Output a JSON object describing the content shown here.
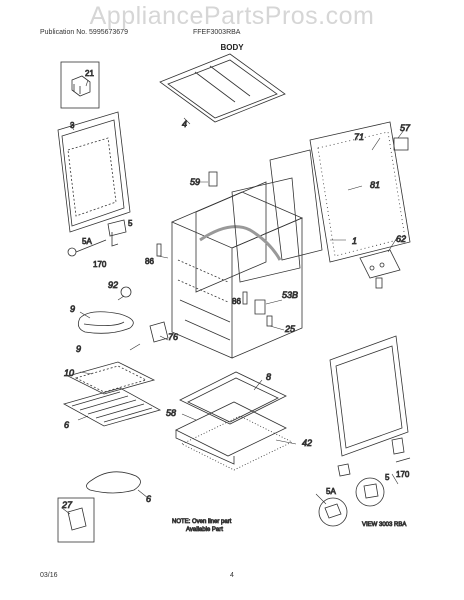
{
  "watermark": "AppliancePartsPros.com",
  "header": {
    "publication": "Publication No. 5995673679",
    "model": "FFEF3003RBA",
    "section_title": "BODY"
  },
  "footer": {
    "date": "03/16",
    "page": "4"
  },
  "callouts": {
    "c21": "21",
    "c3": "3",
    "c4": "4",
    "c5a": "5",
    "c5aa": "5A",
    "c170a": "170",
    "c59": "59",
    "c86a": "86",
    "c71": "71",
    "c57": "57",
    "c81": "81",
    "c1": "1",
    "c62": "62",
    "c92": "92",
    "c9a": "9",
    "c9b": "9",
    "c86b": "86",
    "c53b": "53B",
    "c76": "76",
    "c25": "25",
    "c10": "10",
    "c6a": "6",
    "c8": "8",
    "c58": "58",
    "c42": "42",
    "c6b": "6",
    "c27": "27",
    "c5b": "5",
    "c5ab": "5A",
    "c170b": "170"
  },
  "notes": {
    "note1": "NOTE: Oven liner part",
    "note2": "Available Part",
    "ref": "VIEW 3003 RBA"
  }
}
